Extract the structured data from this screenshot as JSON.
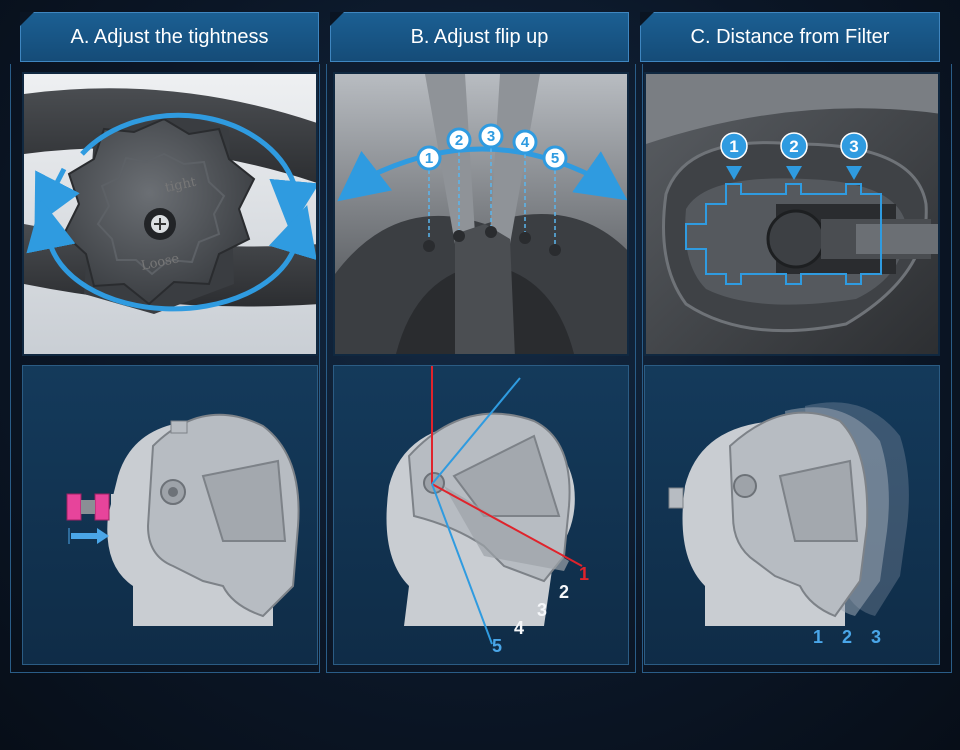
{
  "sections": [
    {
      "id": "a",
      "title": "A.  Adjust the tightness",
      "knob_text": [
        "tight",
        "Loose"
      ]
    },
    {
      "id": "b",
      "title": "B.  Adjust flip up",
      "positions": [
        "1",
        "2",
        "3",
        "4",
        "5"
      ],
      "angle_labels": [
        "1",
        "2",
        "3",
        "4",
        "5"
      ]
    },
    {
      "id": "c",
      "title": "C.  Distance from Filter",
      "positions": [
        "1",
        "2",
        "3"
      ],
      "distance_labels": [
        "1",
        "2",
        "3"
      ]
    }
  ],
  "colors": {
    "accent_blue": "#2f9be0",
    "header_blue": "#1b5f93",
    "marker_red": "#e0232b",
    "panel_navy": "#123553"
  }
}
